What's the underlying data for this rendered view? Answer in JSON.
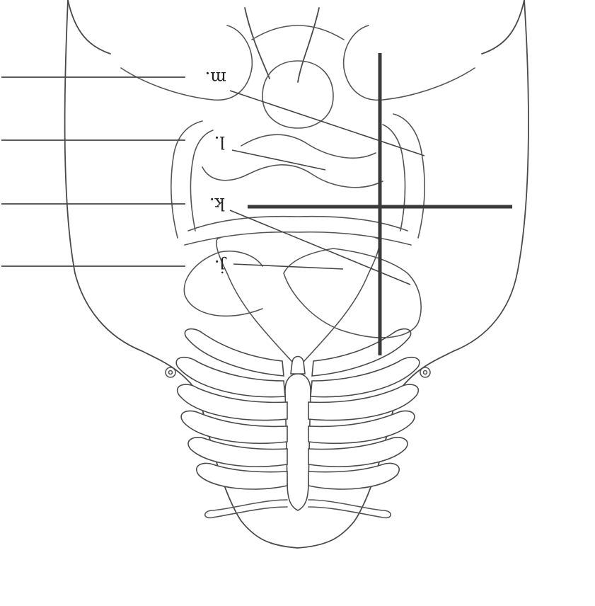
{
  "figure": {
    "orientation": "upside-down",
    "labels": [
      {
        "id": "m",
        "text": "m."
      },
      {
        "id": "l",
        "text": "l."
      },
      {
        "id": "k",
        "text": "k."
      },
      {
        "id": "j",
        "text": "j."
      }
    ],
    "answer_blanks": [
      "",
      "",
      "",
      ""
    ]
  }
}
